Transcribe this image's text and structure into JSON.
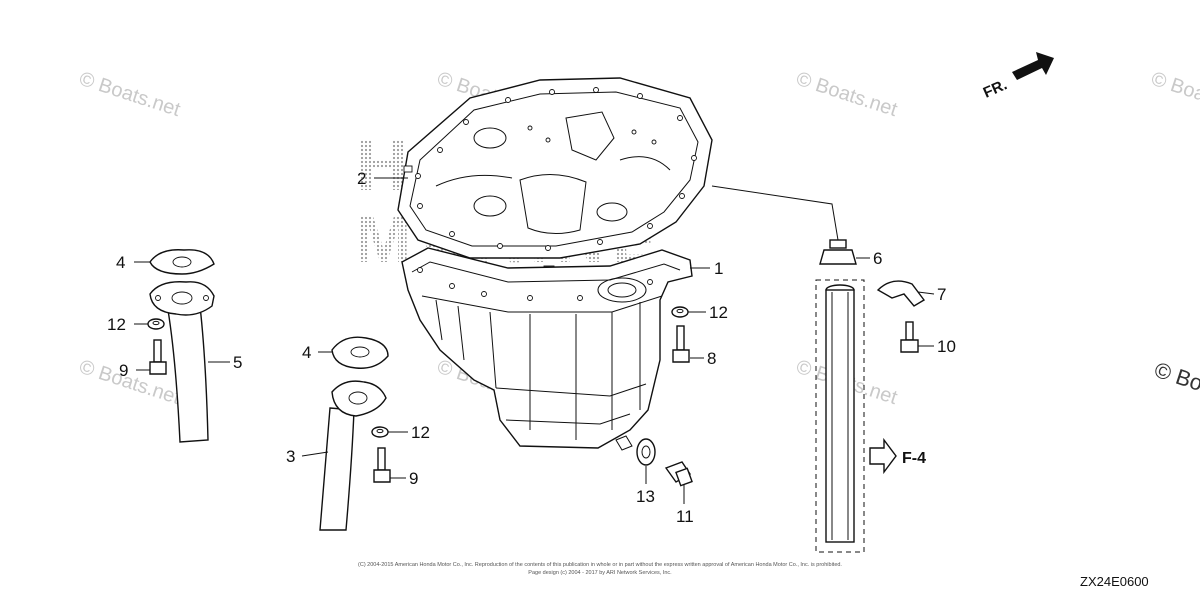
{
  "watermark": {
    "text": "© Boats.net",
    "overlay_lines": [
      "HONDA",
      "MARINE"
    ]
  },
  "direction_arrow": {
    "label": "FR."
  },
  "reference": {
    "label": "F-4",
    "icon": "hollow-arrow-right-icon"
  },
  "callouts": {
    "c1": "1",
    "c2": "2",
    "c3": "3",
    "c4a": "4",
    "c4b": "4",
    "c5": "5",
    "c6": "6",
    "c7": "7",
    "c8": "8",
    "c9a": "9",
    "c9b": "9",
    "c10": "10",
    "c11": "11",
    "c12a": "12",
    "c12b": "12",
    "c12c": "12",
    "c13": "13"
  },
  "footer": {
    "copyright_line1": "(C) 2004-2015 American Honda Motor Co., Inc. Reproduction of the contents of this publication in whole or in part without the express written approval of American Honda Motor Co., Inc. is prohibited.",
    "copyright_line2": "Page design (c) 2004 - 2017 by ARI Network Services, Inc.",
    "diagram_code": "ZX24E0600"
  }
}
